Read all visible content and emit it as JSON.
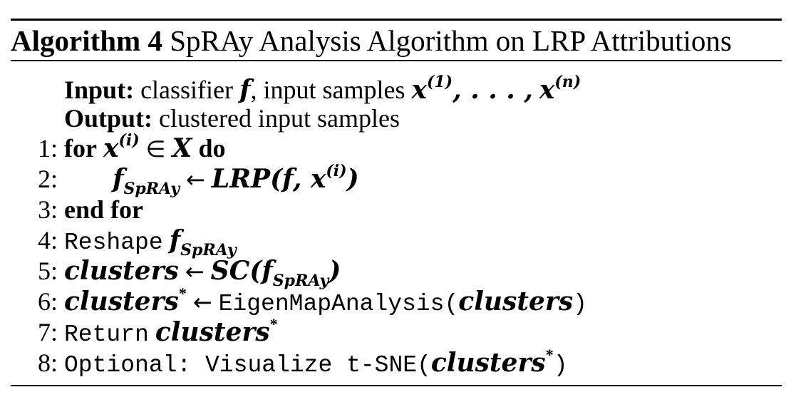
{
  "algorithm": {
    "label": "Algorithm 4",
    "title": "SpRAy Analysis Algorithm on LRP Attributions",
    "input_label": "Input:",
    "input_text_1": "classifier",
    "input_f": "f",
    "input_text_2": ", input samples",
    "input_x": "x",
    "input_sup_1": "(1)",
    "input_ellipsis": ", . . . ,",
    "input_sup_n": "(n)",
    "output_label": "Output:",
    "output_text": "clustered input samples",
    "lines": [
      {
        "num": "1:",
        "kw_for": "for",
        "x": "x",
        "sup": "(i)",
        "in": "∈",
        "X": "X",
        "kw_do": "do"
      },
      {
        "num": "2:",
        "f": "f",
        "sub": "SpRAy",
        "arrow": "←",
        "lrp": "LRP(f, x",
        "sup": "(i)",
        "close": ")"
      },
      {
        "num": "3:",
        "kw": "end for"
      },
      {
        "num": "4:",
        "op": "Reshape",
        "f": "f",
        "sub": "SpRAy"
      },
      {
        "num": "5:",
        "clusters": "clusters",
        "arrow": "←",
        "sc": "SC(f",
        "sub": "SpRAy",
        "close": ")"
      },
      {
        "num": "6:",
        "clusters": "clusters",
        "star": "*",
        "arrow": "←",
        "op": "EigenMapAnalysis(",
        "arg": "clusters",
        "close": ")"
      },
      {
        "num": "7:",
        "op": "Return",
        "clusters": "clusters",
        "star": "*"
      },
      {
        "num": "8:",
        "op": "Optional: Visualize t-SNE(",
        "clusters": "clusters",
        "star": "*",
        "close": ")"
      }
    ]
  }
}
